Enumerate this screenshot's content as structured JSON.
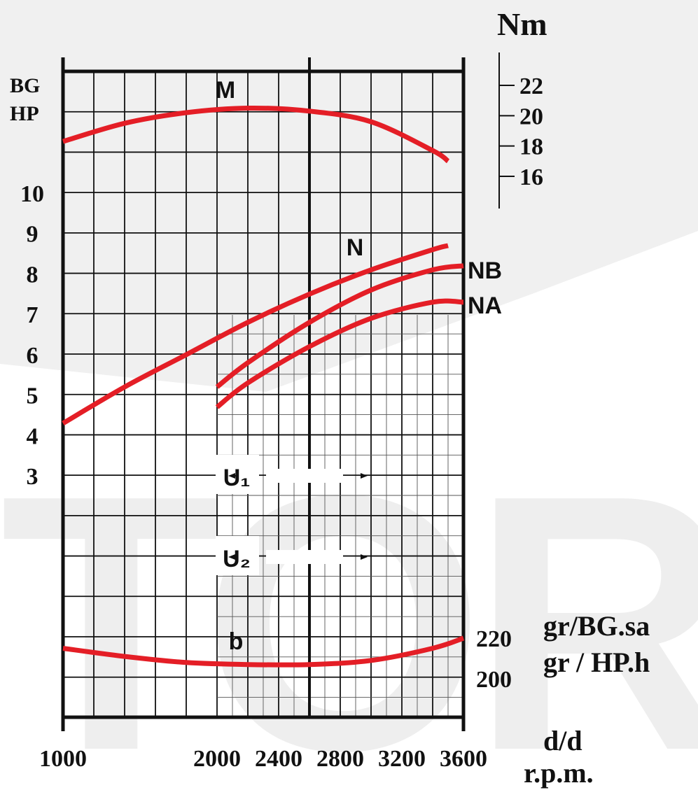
{
  "chart_data": {
    "type": "line",
    "x_axis": {
      "ticks": [
        1000,
        2000,
        2400,
        2800,
        3200,
        3600
      ],
      "unit_line1": "d/d",
      "unit_line2": "r.p.m.",
      "range": [
        1000,
        3600
      ]
    },
    "power_axis": {
      "unit_line1": "BG",
      "unit_line2": "HP",
      "ticks": [
        3,
        4,
        5,
        6,
        7,
        8,
        9,
        10
      ],
      "range": [
        0,
        14
      ]
    },
    "torque_axis": {
      "unit": "Nm",
      "ticks": [
        16,
        18,
        20,
        22
      ],
      "range": [
        14.5,
        23.5
      ]
    },
    "consumption_axis": {
      "unit_line1": "gr/BG.sa",
      "unit_line2": "gr / HP.h",
      "ticks": [
        200,
        220
      ]
    },
    "series": [
      {
        "name": "M",
        "axis": "torque",
        "color": "#e41e26",
        "x": [
          1000,
          1400,
          1800,
          2200,
          2600,
          3000,
          3400,
          3500
        ],
        "y": [
          18.3,
          19.5,
          20.2,
          20.5,
          20.3,
          19.6,
          17.7,
          17.0
        ]
      },
      {
        "name": "N",
        "axis": "power",
        "color": "#e41e26",
        "x": [
          1000,
          1400,
          1800,
          2200,
          2600,
          3000,
          3400,
          3500
        ],
        "y": [
          4.3,
          5.2,
          6.0,
          6.8,
          7.5,
          8.1,
          8.6,
          8.7
        ]
      },
      {
        "name": "NB",
        "axis": "power",
        "color": "#e41e26",
        "x": [
          2000,
          2200,
          2600,
          3000,
          3400,
          3600
        ],
        "y": [
          5.2,
          5.8,
          6.8,
          7.6,
          8.1,
          8.2
        ]
      },
      {
        "name": "NA",
        "axis": "power",
        "color": "#e41e26",
        "x": [
          2000,
          2200,
          2600,
          3000,
          3400,
          3600
        ],
        "y": [
          4.7,
          5.3,
          6.2,
          6.9,
          7.3,
          7.3
        ]
      },
      {
        "name": "b",
        "axis": "consumption",
        "color": "#e41e26",
        "x": [
          1000,
          1400,
          1800,
          2200,
          2600,
          3000,
          3400,
          3600
        ],
        "y": [
          215,
          211,
          208,
          207,
          207,
          209,
          215,
          220
        ]
      }
    ],
    "ranges": [
      {
        "name": "U₁",
        "from": 2000,
        "to": 3600
      },
      {
        "name": "U₂",
        "from": 2000,
        "to": 3600
      }
    ],
    "grid": true
  },
  "colors": {
    "curve": "#e41e26",
    "ink": "#111111",
    "watermark": "#ececec"
  },
  "watermark_text": "TOR"
}
